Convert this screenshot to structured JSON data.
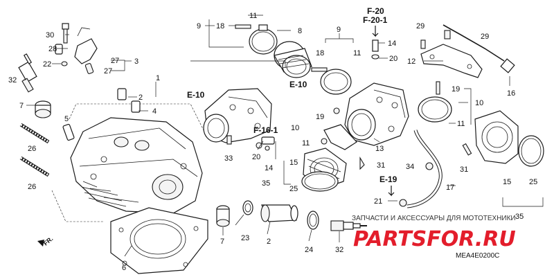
{
  "labels": {
    "n30": "30",
    "n28": "28",
    "n22": "22",
    "n32a": "32",
    "n27a": "27",
    "n3": "3",
    "n27b": "27",
    "n1": "1",
    "n2a": "2",
    "n4": "4",
    "n7a": "7",
    "n5": "5",
    "n26a": "26",
    "n26b": "26",
    "n6": "6",
    "n7b": "7",
    "n23": "23",
    "n2b": "2",
    "n24": "24",
    "n32b": "32",
    "n9a": "9",
    "n18a": "18",
    "n11a": "11",
    "n8": "8",
    "n9b": "9",
    "n18b": "18",
    "n11b": "11",
    "n10a": "10",
    "n19a": "19",
    "n11c": "11",
    "n14a": "14",
    "n20a": "20",
    "n29a": "29",
    "n29b": "29",
    "n12": "12",
    "n16": "16",
    "n19b": "19",
    "n10b": "10",
    "n11d": "11",
    "n33": "33",
    "n20b": "20",
    "n14b": "14",
    "n35a": "35",
    "n15a": "15",
    "n25a": "25",
    "n13": "13",
    "n31a": "31",
    "n34": "34",
    "n31b": "31",
    "n17": "17",
    "n21": "21",
    "n15b": "15",
    "n25b": "25",
    "n35b": "35"
  },
  "refs": {
    "e10a": "E-10",
    "e10b": "E-10",
    "f20": "F-20",
    "f201": "F-20-1",
    "f161": "F-16-1",
    "e19": "E-19"
  },
  "footer": {
    "shop_text": "ЗАПЧАСТИ И АКСЕССУАРЫ ДЛЯ МОТОТЕХНИКИ",
    "watermark": "PARTSFOR.RU",
    "diagram_code": "MEA4E0200C",
    "fr_arrow": "FR."
  },
  "colors": {
    "watermark": "#e31d2b",
    "ink": "#1a1a1a"
  }
}
